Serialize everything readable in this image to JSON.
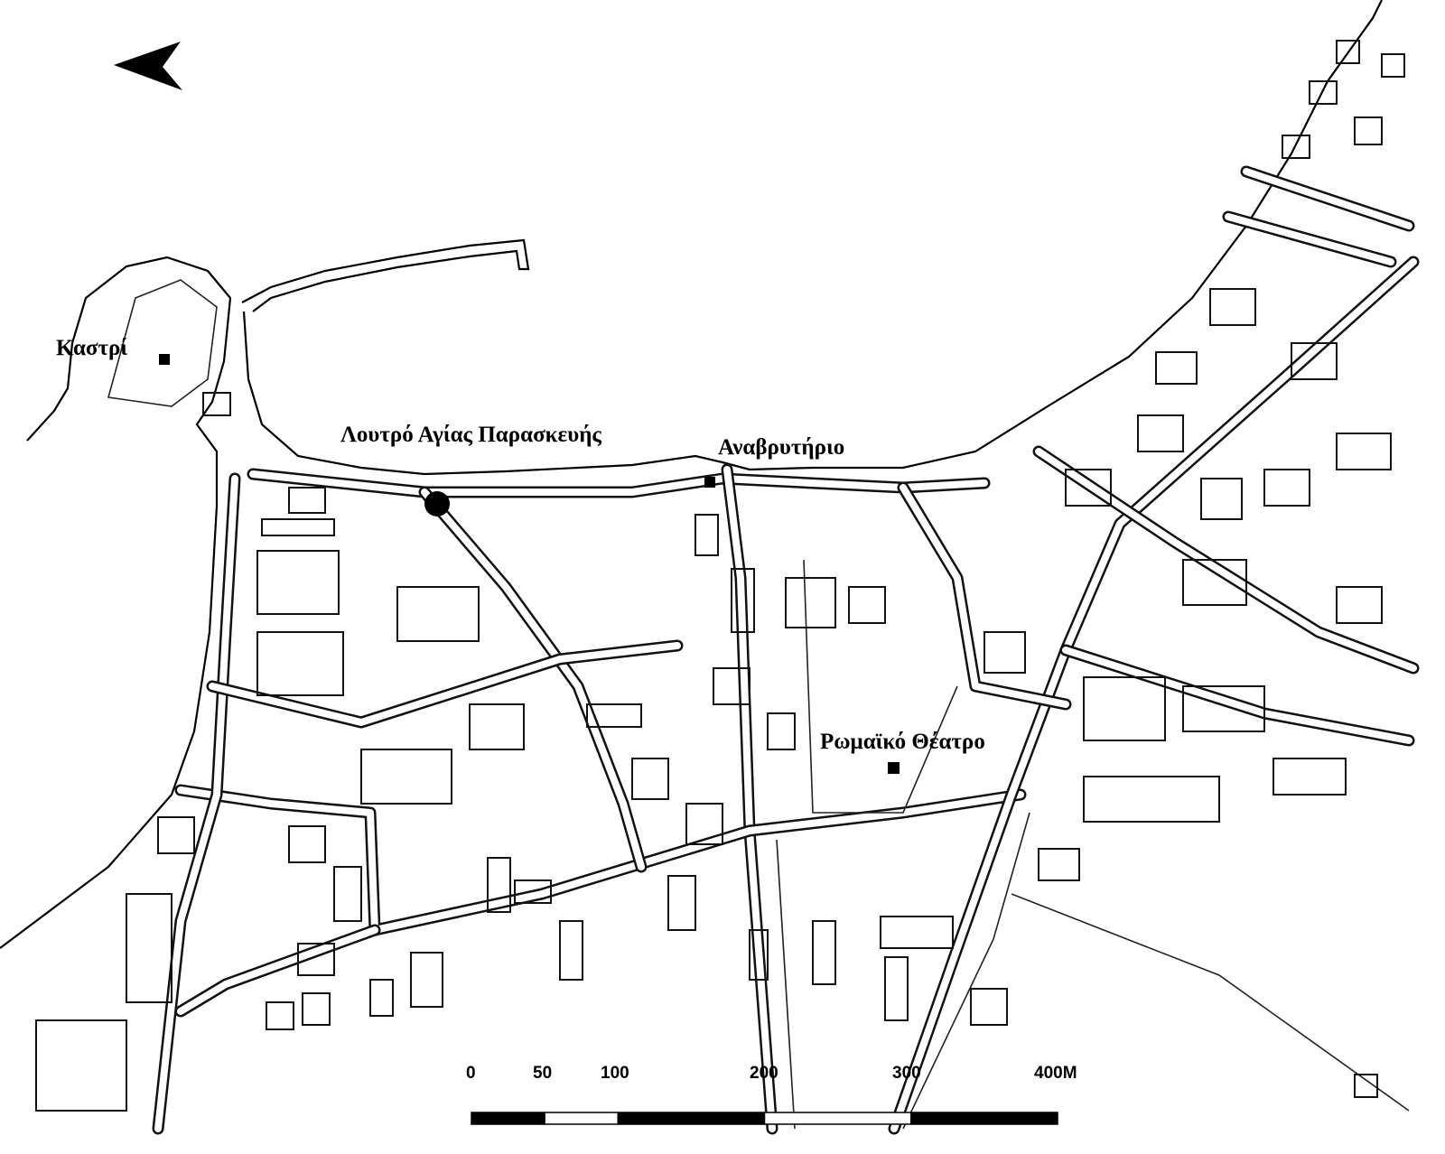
{
  "map": {
    "north_arrow": "north-arrow-icon",
    "places": [
      {
        "name": "Καστρί",
        "marker": "square"
      },
      {
        "name": "Λουτρό Αγίας Παρασκευής",
        "marker": "circle"
      },
      {
        "name": "Αναβρυτήριο",
        "marker": "square"
      },
      {
        "name": "Ρωμαϊκό Θέατρο",
        "marker": "square"
      }
    ],
    "scale_bar": {
      "ticks": [
        "0",
        "50",
        "100",
        "200",
        "300",
        "400M"
      ],
      "segments_m": [
        [
          0,
          50,
          "black"
        ],
        [
          50,
          100,
          "white"
        ],
        [
          100,
          200,
          "black"
        ],
        [
          200,
          300,
          "white"
        ],
        [
          300,
          400,
          "black"
        ]
      ]
    }
  }
}
